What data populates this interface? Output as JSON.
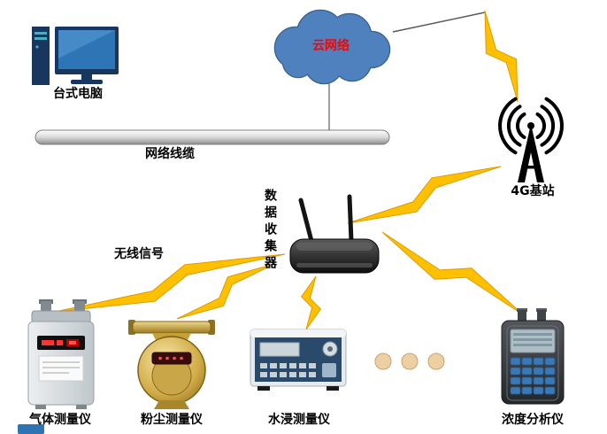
{
  "colors": {
    "bolt_fill": "#FFC000",
    "bolt_stroke": "#DE9B00",
    "cloud_fill": "#4E81BD",
    "cloud_stroke": "#38618F",
    "cloud_text": "#FF0000",
    "label_text": "#000000"
  },
  "nodes": {
    "desktop": {
      "label": "台式电脑"
    },
    "cloud": {
      "label": "云网络"
    },
    "network_cable": {
      "label": "网络线缆"
    },
    "base_station": {
      "label": "4G基站"
    },
    "data_collector": {
      "label": "数据收集器"
    },
    "wireless_signal": {
      "label": "无线信号"
    },
    "gas_meter": {
      "label": "气体测量仪"
    },
    "dust_meter": {
      "label": "粉尘测量仪"
    },
    "water_meter": {
      "label": "水浸测量仪"
    },
    "analyzer": {
      "label": "浓度分析仪"
    }
  }
}
